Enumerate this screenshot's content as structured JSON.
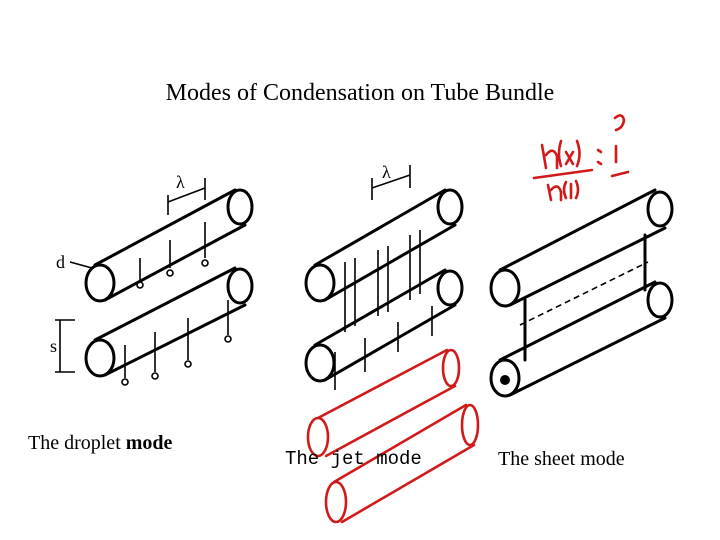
{
  "title": "Modes of Condensation on Tube Bundle",
  "labels": {
    "lambda": "λ",
    "d": "d",
    "s": "s"
  },
  "captions": {
    "droplet_prefix": "The droplet ",
    "droplet_suffix": "mode",
    "jet": "The jet mode",
    "sheet": "The sheet mode"
  },
  "colors": {
    "ink": "#000000",
    "annotation": "#d11a1a"
  }
}
